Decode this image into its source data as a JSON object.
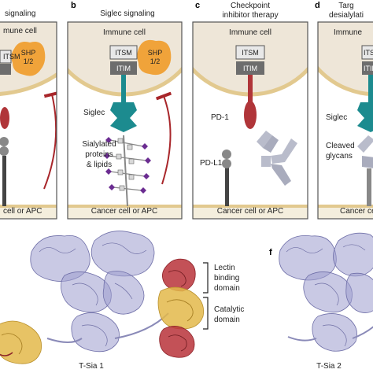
{
  "colors": {
    "immune_cell": "#eee6d8",
    "cancer_cell": "#f4eedd",
    "membrane": "#e2c98f",
    "panel_border": "#555555",
    "siglec": "#1c8b8f",
    "pd1": "#b03539",
    "pdl1": "#b9bccb",
    "shp": "#f0a33a",
    "itsm_box": "#e8e8e8",
    "itim_box": "#6d6d6d",
    "inhibit_arrow": "#a8262a",
    "sialic_acid": "#6b2c91",
    "galactose": "#d8d8d8",
    "lectin_domain": "#b8323a",
    "catalytic_domain": "#e3b94a",
    "core_protein": "#9c9ccd"
  },
  "panels": [
    {
      "letter": "",
      "title_lines": [
        "signaling"
      ],
      "immune_label": "mune cell",
      "itsm": "ITSM",
      "itim": "",
      "shp": "SHP\n1/2",
      "bottom_label": "cell or APC"
    },
    {
      "letter": "b",
      "title_lines": [
        "Siglec signaling"
      ],
      "immune_label": "Immune cell",
      "itsm": "ITSM",
      "itim": "ITIM",
      "shp": "SHP\n1/2",
      "receptor_label": "Siglec",
      "ligand_label_lines": [
        "Sialylated",
        "proteins",
        "& lipids"
      ],
      "bottom_label": "Cancer cell or APC"
    },
    {
      "letter": "c",
      "title_lines": [
        "Checkpoint",
        "inhibitor therapy"
      ],
      "immune_label": "Immune cell",
      "itsm": "ITSM",
      "itim": "ITIM",
      "receptor_label": "PD-1",
      "ligand_label": "PD-L1",
      "bottom_label": "Cancer cell or APC"
    },
    {
      "letter": "d",
      "title_lines": [
        "Targ",
        "desialylati"
      ],
      "immune_label": "Immune",
      "itsm": "ITSM",
      "itim": "ITIM",
      "receptor_label": "Siglec",
      "ligand_label_lines": [
        "Cleaved",
        "glycans"
      ],
      "bottom_label": "Cancer ce"
    }
  ],
  "lower": {
    "domain_labels": {
      "lectin": [
        "Lectin",
        "binding",
        "domain"
      ],
      "catalytic": [
        "Catalytic",
        "domain"
      ]
    },
    "captions": {
      "tsia1": "T-Sia 1",
      "tsia2": "T-Sia 2"
    },
    "letter_f": "f"
  }
}
